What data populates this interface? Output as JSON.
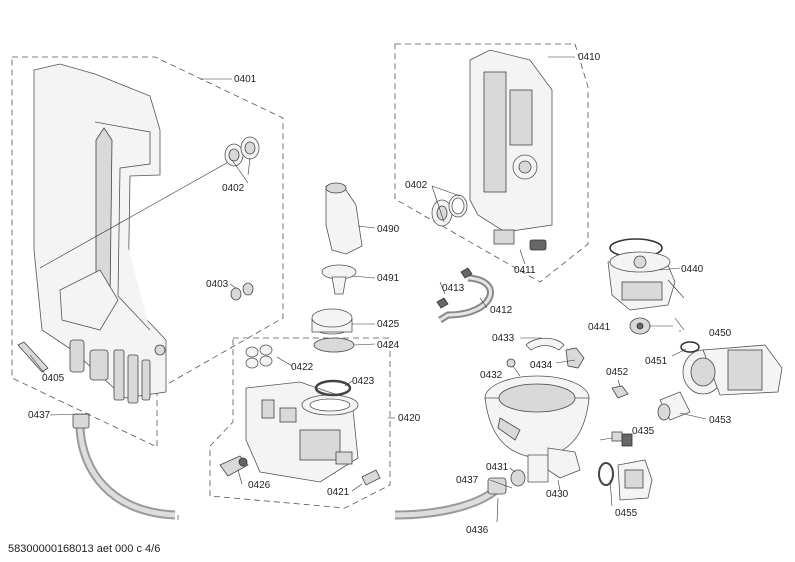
{
  "labels": {
    "p0401": "0401",
    "p0402a": "0402",
    "p0402b": "0402",
    "p0403": "0403",
    "p0405": "0405",
    "p0410": "0410",
    "p0411": "0411",
    "p0412": "0412",
    "p0413": "0413",
    "p0420": "0420",
    "p0421": "0421",
    "p0422": "0422",
    "p0423": "0423",
    "p0424": "0424",
    "p0425": "0425",
    "p0426": "0426",
    "p0430": "0430",
    "p0431": "0431",
    "p0432": "0432",
    "p0433": "0433",
    "p0434": "0434",
    "p0435": "0435",
    "p0436": "0436",
    "p0437a": "0437",
    "p0437b": "0437",
    "p0440": "0440",
    "p0441": "0441",
    "p0450": "0450",
    "p0451": "0451",
    "p0452": "0452",
    "p0453": "0453",
    "p0455": "0455",
    "p0490": "0490",
    "p0491": "0491"
  },
  "footer": "58300000168013 aet 000 c 4/6"
}
